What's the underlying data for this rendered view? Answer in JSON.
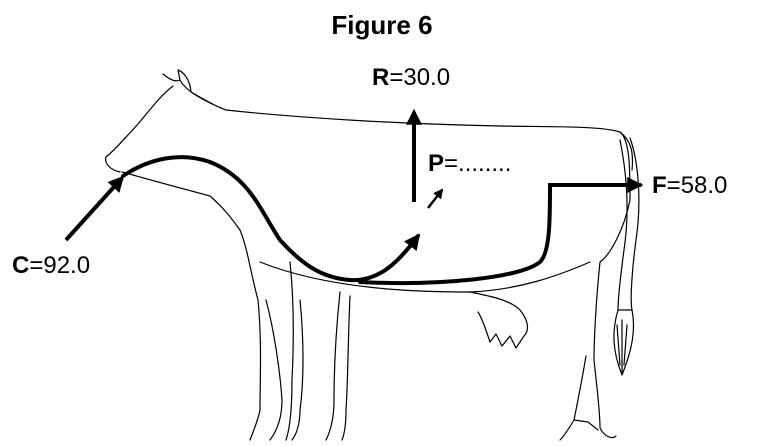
{
  "title": "Figure 6",
  "labels": {
    "c": {
      "letter": "C",
      "eq": "=",
      "value": "92.0"
    },
    "r": {
      "letter": "R",
      "eq": "=",
      "value": "30.0"
    },
    "p": {
      "letter": "P",
      "eq": "=",
      "value": "........"
    },
    "f": {
      "letter": "F",
      "eq": "=",
      "value": "58.0"
    }
  },
  "colors": {
    "ink": "#000000",
    "outline": "#000000",
    "background": "#ffffff"
  }
}
